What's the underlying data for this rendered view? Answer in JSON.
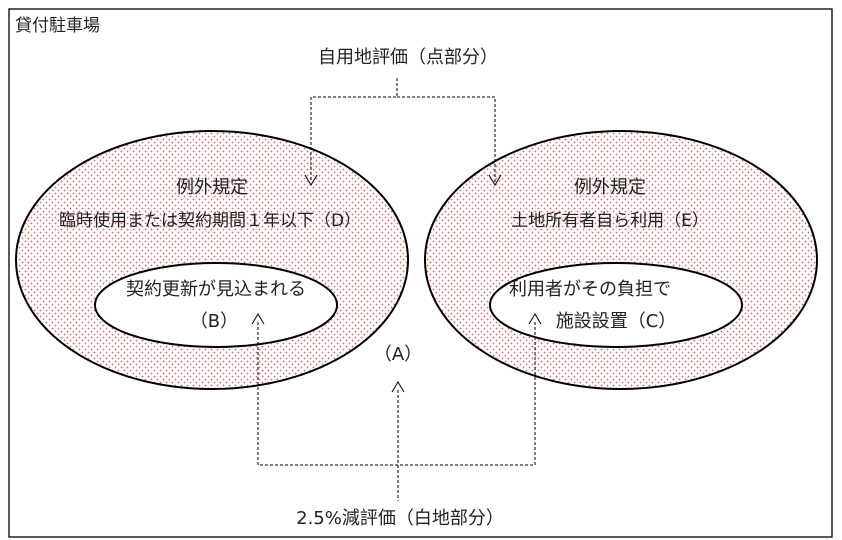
{
  "frame": {
    "title": "貸付駐車場"
  },
  "labels": {
    "top": "自用地評価（点部分）",
    "bottom": "2.5%減評価（白地部分）",
    "center": "（A）"
  },
  "left_ellipse": {
    "heading": "例外規定",
    "subheading": "臨時使用または契約期間１年以下（D）",
    "inner_line1": "契約更新が見込まれる",
    "inner_line2": "（B）"
  },
  "right_ellipse": {
    "heading": "例外規定",
    "subheading": "土地所有者自ら利用（E）",
    "inner_line1": "利用者がその負担で",
    "inner_line2": "施設設置（C）"
  },
  "colors": {
    "dot": "#e06060",
    "stroke": "#000000",
    "text": "#222222"
  }
}
